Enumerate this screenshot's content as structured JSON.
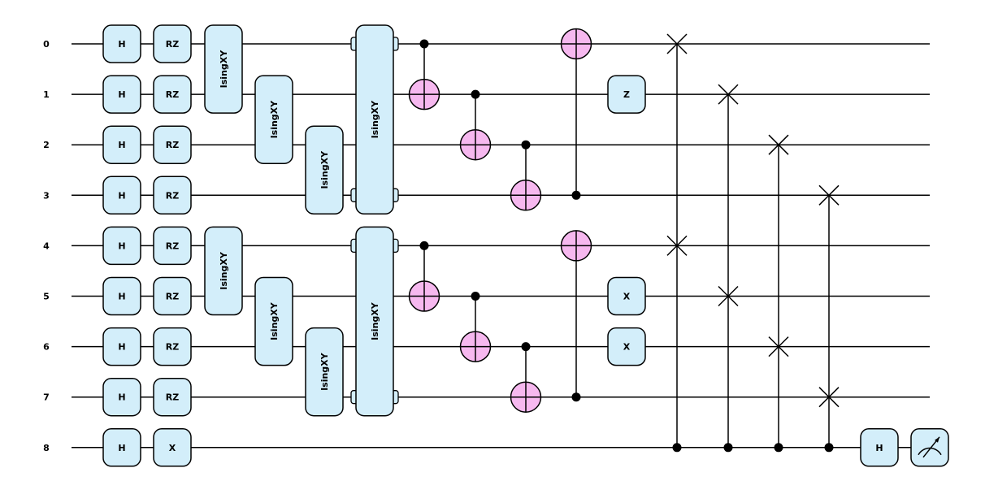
{
  "diagram": {
    "type": "quantum-circuit",
    "colors": {
      "wire": "#000000",
      "gate_fill": "#d3eefa",
      "gate_stroke": "#000000",
      "target_fill": "#f6b8ef",
      "control_fill": "#000000"
    },
    "wires": [
      {
        "id": 0,
        "label": "0"
      },
      {
        "id": 1,
        "label": "1"
      },
      {
        "id": 2,
        "label": "2"
      },
      {
        "id": 3,
        "label": "3"
      },
      {
        "id": 4,
        "label": "4"
      },
      {
        "id": 5,
        "label": "5"
      },
      {
        "id": 6,
        "label": "6"
      },
      {
        "id": 7,
        "label": "7"
      },
      {
        "id": 8,
        "label": "8"
      }
    ],
    "operations": [
      {
        "kind": "gate",
        "label": "H",
        "wires": [
          0
        ],
        "layer": 0
      },
      {
        "kind": "gate",
        "label": "H",
        "wires": [
          1
        ],
        "layer": 0
      },
      {
        "kind": "gate",
        "label": "H",
        "wires": [
          2
        ],
        "layer": 0
      },
      {
        "kind": "gate",
        "label": "H",
        "wires": [
          3
        ],
        "layer": 0
      },
      {
        "kind": "gate",
        "label": "H",
        "wires": [
          4
        ],
        "layer": 0
      },
      {
        "kind": "gate",
        "label": "H",
        "wires": [
          5
        ],
        "layer": 0
      },
      {
        "kind": "gate",
        "label": "H",
        "wires": [
          6
        ],
        "layer": 0
      },
      {
        "kind": "gate",
        "label": "H",
        "wires": [
          7
        ],
        "layer": 0
      },
      {
        "kind": "gate",
        "label": "H",
        "wires": [
          8
        ],
        "layer": 0
      },
      {
        "kind": "gate",
        "label": "RZ",
        "wires": [
          0
        ],
        "layer": 1
      },
      {
        "kind": "gate",
        "label": "RZ",
        "wires": [
          1
        ],
        "layer": 1
      },
      {
        "kind": "gate",
        "label": "RZ",
        "wires": [
          2
        ],
        "layer": 1
      },
      {
        "kind": "gate",
        "label": "RZ",
        "wires": [
          3
        ],
        "layer": 1
      },
      {
        "kind": "gate",
        "label": "RZ",
        "wires": [
          4
        ],
        "layer": 1
      },
      {
        "kind": "gate",
        "label": "RZ",
        "wires": [
          5
        ],
        "layer": 1
      },
      {
        "kind": "gate",
        "label": "RZ",
        "wires": [
          6
        ],
        "layer": 1
      },
      {
        "kind": "gate",
        "label": "RZ",
        "wires": [
          7
        ],
        "layer": 1
      },
      {
        "kind": "gate",
        "label": "X",
        "wires": [
          8
        ],
        "layer": 1
      },
      {
        "kind": "gate",
        "label": "IsingXY",
        "wires": [
          0,
          1
        ],
        "layer": 2
      },
      {
        "kind": "gate",
        "label": "IsingXY",
        "wires": [
          4,
          5
        ],
        "layer": 2
      },
      {
        "kind": "gate",
        "label": "IsingXY",
        "wires": [
          1,
          2
        ],
        "layer": 3
      },
      {
        "kind": "gate",
        "label": "IsingXY",
        "wires": [
          5,
          6
        ],
        "layer": 3
      },
      {
        "kind": "gate",
        "label": "IsingXY",
        "wires": [
          2,
          3
        ],
        "layer": 4
      },
      {
        "kind": "gate",
        "label": "IsingXY",
        "wires": [
          6,
          7
        ],
        "layer": 4
      },
      {
        "kind": "gate",
        "label": "IsingXY",
        "wires": [
          0,
          3
        ],
        "span": [
          0,
          3
        ],
        "layer": 5
      },
      {
        "kind": "gate",
        "label": "IsingXY",
        "wires": [
          4,
          7
        ],
        "span": [
          4,
          7
        ],
        "layer": 5
      },
      {
        "kind": "cnot",
        "control": 0,
        "target": 1,
        "layer": 6
      },
      {
        "kind": "cnot",
        "control": 4,
        "target": 5,
        "layer": 6
      },
      {
        "kind": "cnot",
        "control": 1,
        "target": 2,
        "layer": 7
      },
      {
        "kind": "cnot",
        "control": 5,
        "target": 6,
        "layer": 7
      },
      {
        "kind": "cnot",
        "control": 2,
        "target": 3,
        "layer": 8
      },
      {
        "kind": "cnot",
        "control": 6,
        "target": 7,
        "layer": 8
      },
      {
        "kind": "cnot",
        "control": 3,
        "target": 0,
        "layer": 9
      },
      {
        "kind": "cnot",
        "control": 7,
        "target": 4,
        "layer": 9
      },
      {
        "kind": "gate",
        "label": "Z",
        "wires": [
          1
        ],
        "layer": 10
      },
      {
        "kind": "gate",
        "label": "X",
        "wires": [
          5
        ],
        "layer": 10
      },
      {
        "kind": "gate",
        "label": "X",
        "wires": [
          6
        ],
        "layer": 10
      },
      {
        "kind": "cswap",
        "control": 8,
        "targets": [
          0,
          4
        ],
        "layer": 11
      },
      {
        "kind": "cswap",
        "control": 8,
        "targets": [
          1,
          5
        ],
        "layer": 12
      },
      {
        "kind": "cswap",
        "control": 8,
        "targets": [
          2,
          6
        ],
        "layer": 13
      },
      {
        "kind": "cswap",
        "control": 8,
        "targets": [
          3,
          7
        ],
        "layer": 14
      },
      {
        "kind": "gate",
        "label": "H",
        "wires": [
          8
        ],
        "layer": 15
      },
      {
        "kind": "measure",
        "wires": [
          8
        ],
        "layer": 16
      }
    ]
  }
}
